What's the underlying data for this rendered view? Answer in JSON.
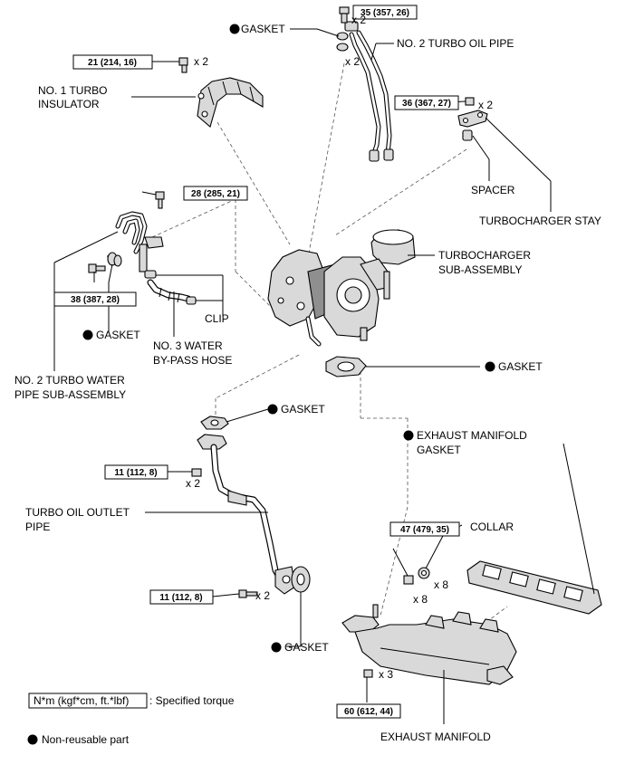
{
  "labels": {
    "gasket_top": "GASKET",
    "no2_turbo_oil_pipe": "NO. 2 TURBO OIL PIPE",
    "no1_turbo_insulator_l1": "NO. 1 TURBO",
    "no1_turbo_insulator_l2": "INSULATOR",
    "spacer": "SPACER",
    "turbocharger_stay": "TURBOCHARGER STAY",
    "turbocharger_sub_l1": "TURBOCHARGER",
    "turbocharger_sub_l2": "SUB-ASSEMBLY",
    "gasket_left": "GASKET",
    "clip": "CLIP",
    "no3_hose_l1": "NO. 3 WATER",
    "no3_hose_l2": "BY-PASS HOSE",
    "no2_water_pipe_l1": "NO. 2 TURBO WATER",
    "no2_water_pipe_l2": "PIPE SUB-ASSEMBLY",
    "gasket_turbo_outlet": "GASKET",
    "gasket_oil_inlet": "GASKET",
    "exh_manifold_gasket_l1": "EXHAUST MANIFOLD",
    "exh_manifold_gasket_l2": "GASKET",
    "turbo_oil_outlet_l1": "TURBO OIL OUTLET",
    "turbo_oil_outlet_l2": "PIPE",
    "collar": "COLLAR",
    "gasket_oil_outlet": "GASKET",
    "exhaust_manifold": "EXHAUST MANIFOLD"
  },
  "torques": {
    "t35": "35 (357, 26)",
    "t21": "21 (214, 16)",
    "t36": "36 (367, 27)",
    "t28": "28 (285, 21)",
    "t38": "38 (387, 28)",
    "t11a": "11 (112, 8)",
    "t11b": "11 (112, 8)",
    "t47": "47 (479, 35)",
    "t60": "60 (612, 44)"
  },
  "multipliers": {
    "m35_bolt": "x 2",
    "m35_gasket": "x 2",
    "m21": "x 2",
    "m36": "x 2",
    "m11a": "x 2",
    "m11b": "x 2",
    "m47_collar": "x 8",
    "m47_nut": "x 8",
    "m60": "x 3"
  },
  "legend": {
    "torque_unit": "N*m (kgf*cm, ft.*lbf)",
    "torque_desc": ": Specified torque",
    "non_reusable": "Non-reusable part"
  },
  "colors": {
    "line": "#000000",
    "part_fill": "#d9d9d9",
    "dashed": "#555555"
  }
}
